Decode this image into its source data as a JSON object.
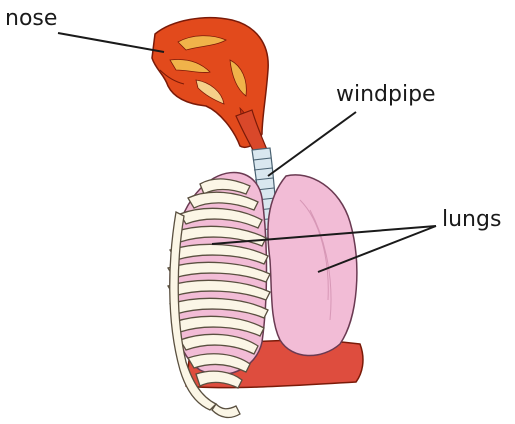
{
  "labels": {
    "nose": "nose",
    "windpipe": "windpipe",
    "lungs": "lungs"
  },
  "colors": {
    "head": "#e24a1c",
    "lung": "#f2bcd6",
    "rib": "#fbf6e6",
    "trachea": "#d9e7ef",
    "diaphragm": "#de4d3e"
  }
}
